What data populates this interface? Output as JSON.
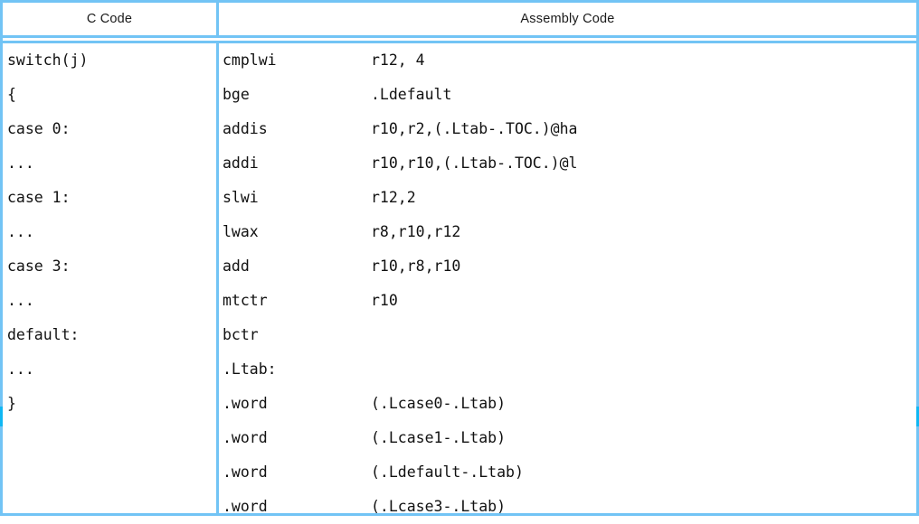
{
  "table": {
    "headers": {
      "c_code": "C Code",
      "assembly_code": "Assembly Code"
    },
    "c_code_lines": [
      "switch(j)",
      "{",
      "case 0:",
      "...",
      "case 1:",
      "...",
      "case 3:",
      "...",
      "default:",
      "...",
      "}"
    ],
    "assembly_lines": [
      {
        "mnemonic": "cmplwi",
        "operand": "r12, 4"
      },
      {
        "mnemonic": "bge",
        "operand": ".Ldefault"
      },
      {
        "mnemonic": "addis",
        "operand": "r10,r2,(.Ltab-.TOC.)@ha"
      },
      {
        "mnemonic": "addi",
        "operand": "r10,r10,(.Ltab-.TOC.)@l"
      },
      {
        "mnemonic": "slwi",
        "operand": "r12,2"
      },
      {
        "mnemonic": "lwax",
        "operand": "r8,r10,r12"
      },
      {
        "mnemonic": "add",
        "operand": "r10,r8,r10"
      },
      {
        "mnemonic": "mtctr",
        "operand": "r10"
      },
      {
        "mnemonic": "bctr",
        "operand": ""
      },
      {
        "mnemonic": ".Ltab:",
        "operand": ""
      },
      {
        "mnemonic": ".word",
        "operand": "(.Lcase0-.Ltab)"
      },
      {
        "mnemonic": ".word",
        "operand": "(.Lcase1-.Ltab)"
      },
      {
        "mnemonic": ".word",
        "operand": "(.Ldefault-.Ltab)"
      },
      {
        "mnemonic": ".word",
        "operand": "(.Lcase3-.Ltab)"
      }
    ]
  },
  "colors": {
    "border": "#72c4f5",
    "scroll_tick": "#10b7f3",
    "text": "#111111",
    "background": "#ffffff"
  }
}
